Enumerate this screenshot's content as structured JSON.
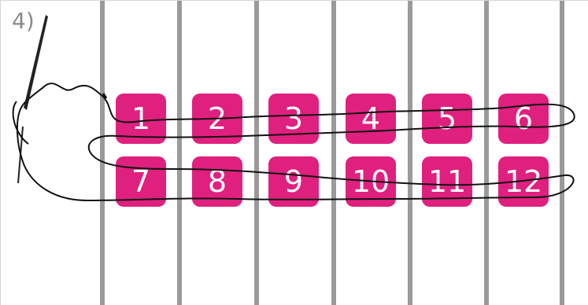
{
  "step_label": "4)",
  "tiles": [
    "1",
    "2",
    "3",
    "4",
    "5",
    "6",
    "7",
    "8",
    "9",
    "10",
    "11",
    "12"
  ],
  "colors": {
    "tile": "#e0207e",
    "tile_text": "#ffffff",
    "ruler": "#9a9a9a",
    "thread": "#111111",
    "label": "#8a8a8a"
  },
  "icons": {
    "needle": "sewing-needle-icon",
    "thread": "thread-icon"
  }
}
